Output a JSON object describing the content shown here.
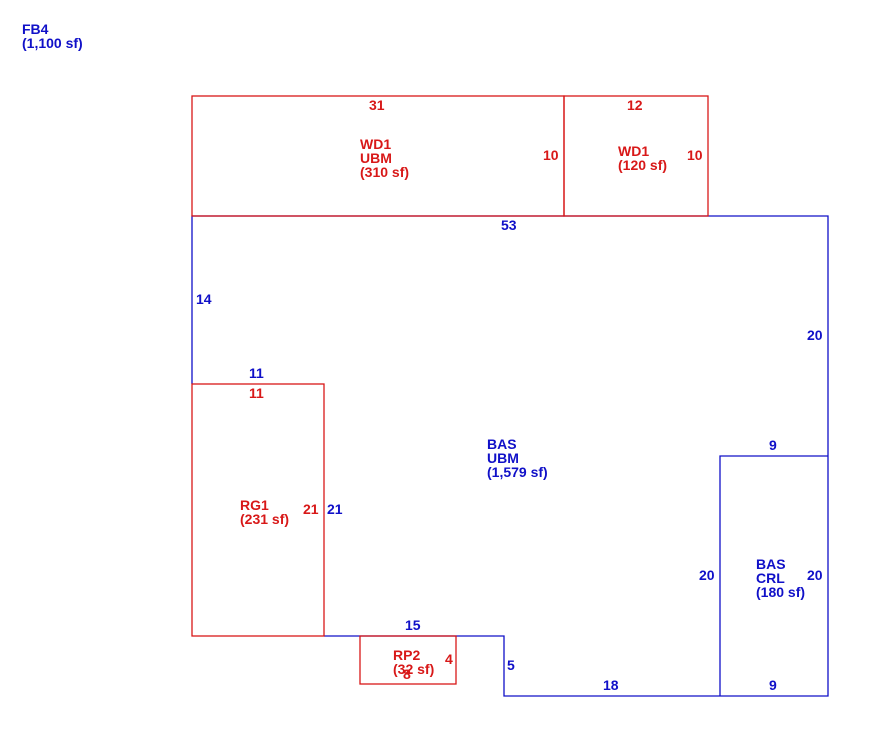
{
  "header": {
    "code": "FB4",
    "area": "(1,100 sf)"
  },
  "wd1_ubm": {
    "code": "WD1",
    "material": "UBM",
    "area": "(310 sf)",
    "dim_top": "31",
    "dim_right": "10"
  },
  "wd1_small": {
    "code": "WD1",
    "area": "(120 sf)",
    "dim_top": "12",
    "dim_right": "10"
  },
  "bas_ubm": {
    "code": "BAS",
    "material": "UBM",
    "area": "(1,579 sf)",
    "dim_top": "53",
    "dim_left": "14",
    "dim_right": "20",
    "dim_step_top": "11",
    "dim_rg_side": "21",
    "dim_step_bottom": "15",
    "dim_step_small": "5",
    "dim_bottom": "18"
  },
  "rg1": {
    "code": "RG1",
    "area": "(231 sf)",
    "dim_top": "11",
    "dim_right": "21"
  },
  "bas_crl": {
    "code": "BAS",
    "material": "CRL",
    "area": "(180 sf)",
    "dim_top": "9",
    "dim_left": "20",
    "dim_right": "20",
    "dim_bottom": "9"
  },
  "rp2": {
    "code": "RP2",
    "area": "(32 sf)",
    "dim_right": "4",
    "dim_bottom": "8"
  },
  "colors": {
    "main_structure": "#1010c8",
    "additions": "#d81818"
  }
}
